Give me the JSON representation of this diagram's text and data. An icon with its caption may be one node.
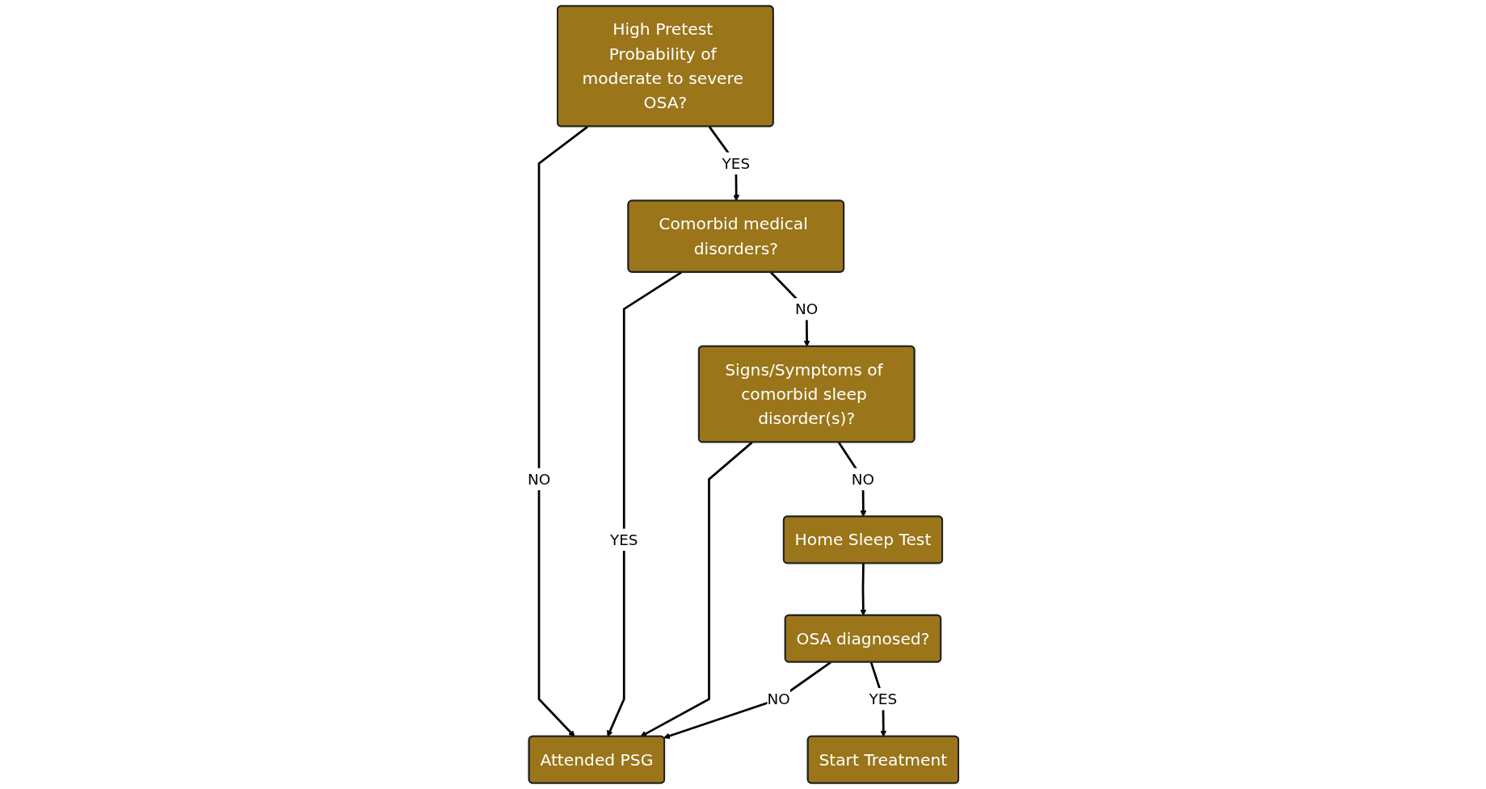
{
  "diagram": {
    "nodes": [
      {
        "text": [
          "High Pretest Probability of moderate to severe OSA?"
        ]
      },
      {
        "text": [
          "Comorbid medical disorders?"
        ]
      },
      {
        "text": [
          "Attended PSG"
        ]
      },
      {
        "text": [
          "Signs/Symptoms of comorbid sleep disorder(s)?"
        ]
      },
      {
        "text": [
          "Home Sleep Test"
        ]
      },
      {
        "text": [
          "OSA diagnosed?"
        ]
      },
      {
        "text": [
          "Start Treatment"
        ]
      }
    ],
    "edges": [
      {
        "from": 0,
        "to": 1,
        "label": "YES",
        "arrow": "to"
      },
      {
        "from": 0,
        "to": 2,
        "label": "NO",
        "arrow": "to"
      },
      {
        "from": 1,
        "to": 2,
        "label": "YES",
        "arrow": "to"
      },
      {
        "from": 1,
        "to": 3,
        "label": "NO",
        "arrow": "to"
      },
      {
        "from": 3,
        "to": 2,
        "arrow": "to"
      },
      {
        "from": 3,
        "to": 4,
        "label": "NO",
        "arrow": "to"
      },
      {
        "from": 4,
        "to": 5,
        "arrow": "to"
      },
      {
        "from": 5,
        "to": 2,
        "label": "NO",
        "arrow": "to"
      },
      {
        "from": 5,
        "to": 6,
        "label": "YES",
        "arrow": "to"
      }
    ]
  }
}
